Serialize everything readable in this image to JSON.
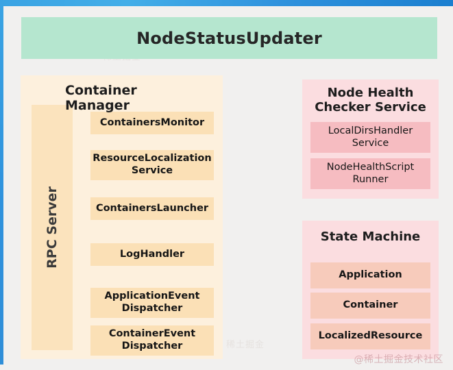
{
  "header": {
    "title": "NodeStatusUpdater",
    "color": "#b5e6cf"
  },
  "container_manager": {
    "title": "Container Manager",
    "color": "#fdf0dd",
    "rpc_server": {
      "label": "RPC Server",
      "color": "#fbe3bd"
    },
    "items": [
      {
        "label": "ContainersMonitor"
      },
      {
        "label": "ResourceLocalization Service"
      },
      {
        "label": "ContainersLauncher"
      },
      {
        "label": "LogHandler"
      },
      {
        "label": "ApplicationEvent Dispatcher"
      },
      {
        "label": "ContainerEvent Dispatcher"
      }
    ],
    "item_color": "#fbe0b6"
  },
  "node_health_checker": {
    "title": "Node Health Checker Service",
    "color": "#fbdde0",
    "item_color": "#f6bcc1",
    "items": [
      {
        "label": "LocalDirsHandler Service"
      },
      {
        "label": "NodeHealthScript Runner"
      }
    ]
  },
  "state_machine": {
    "title": "State Machine",
    "color": "#fbdde0",
    "item_color": "#f7cbbb",
    "items": [
      {
        "label": "Application"
      },
      {
        "label": "Container"
      },
      {
        "label": "LocalizedResource"
      }
    ]
  },
  "watermark": {
    "text": "@稀土掘金技术社区"
  }
}
